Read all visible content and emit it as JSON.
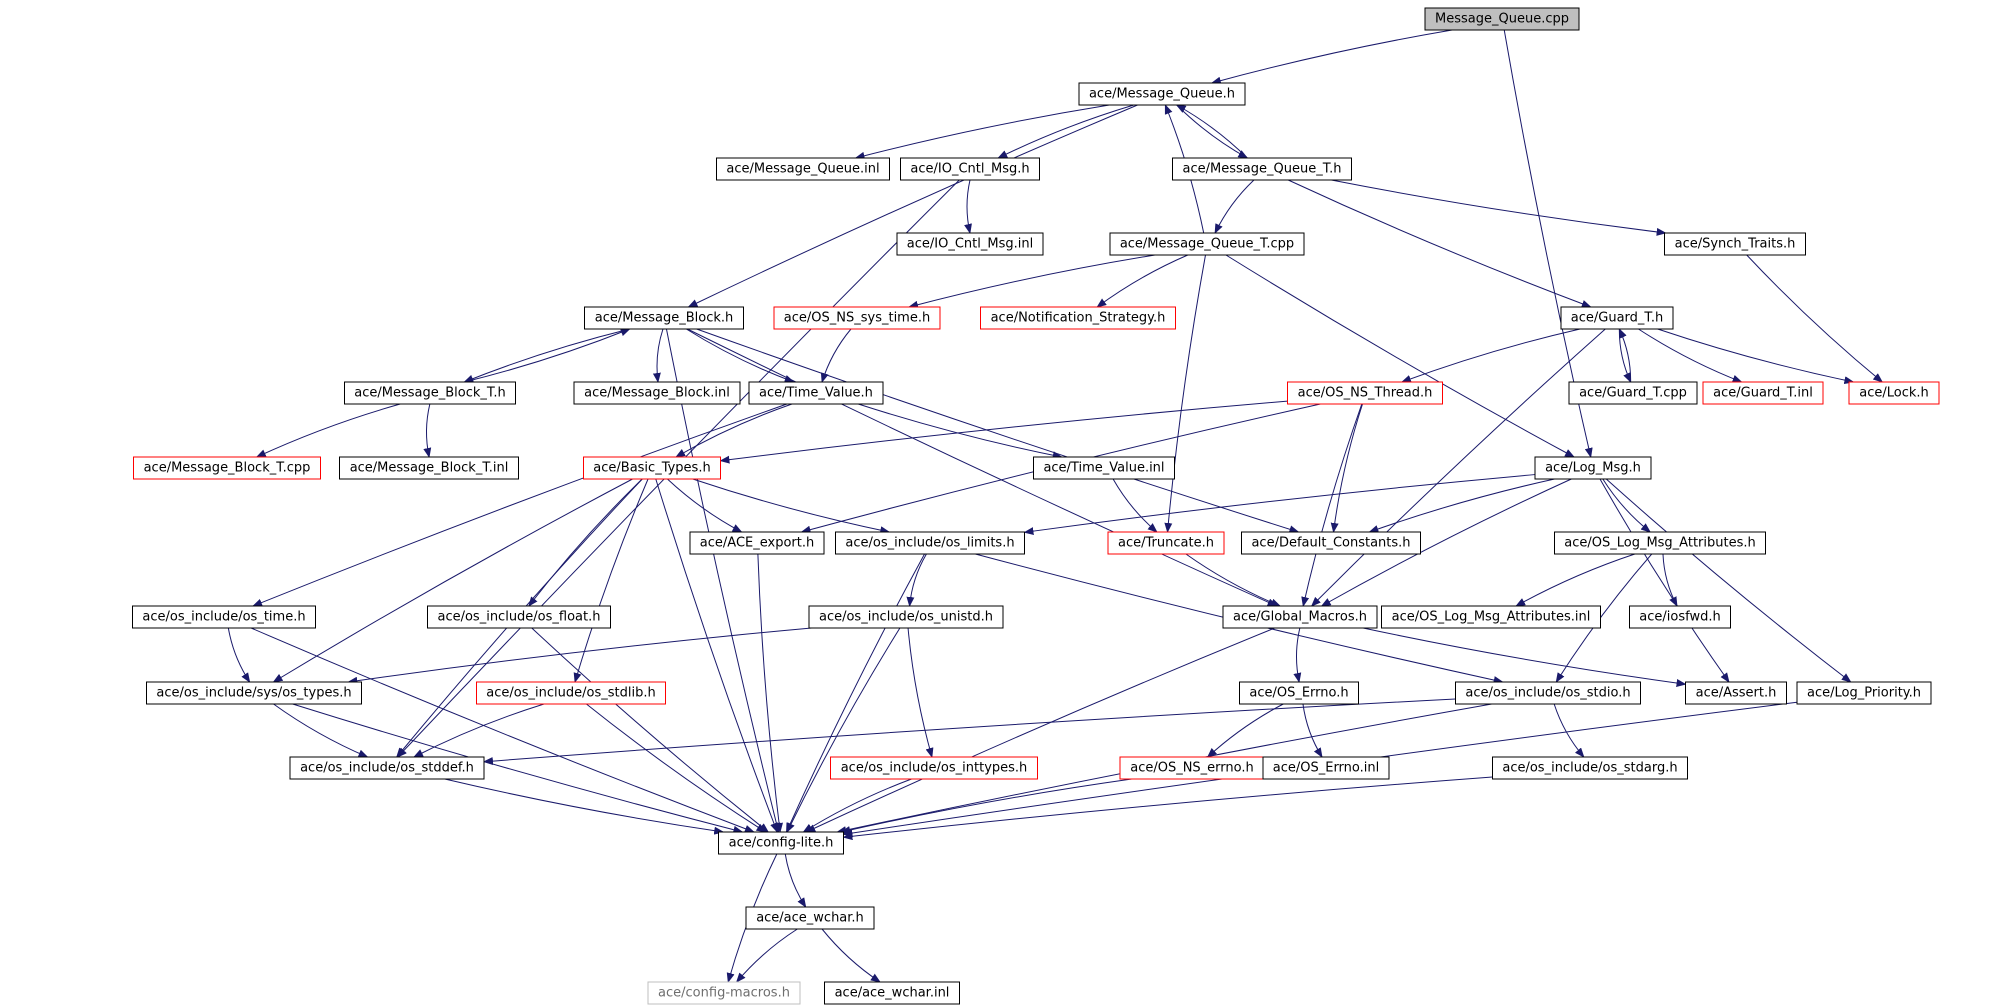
{
  "diagram": {
    "title": "",
    "nodes": [
      {
        "id": "Message_Queue.cpp",
        "label": "Message_Queue.cpp",
        "style": "root"
      },
      {
        "id": "Message_Queue.h",
        "label": "ace/Message_Queue.h",
        "style": "normal"
      },
      {
        "id": "Message_Queue.inl",
        "label": "ace/Message_Queue.inl",
        "style": "normal"
      },
      {
        "id": "IO_Cntl_Msg.h",
        "label": "ace/IO_Cntl_Msg.h",
        "style": "normal"
      },
      {
        "id": "Message_Queue_T.h",
        "label": "ace/Message_Queue_T.h",
        "style": "normal"
      },
      {
        "id": "IO_Cntl_Msg.inl",
        "label": "ace/IO_Cntl_Msg.inl",
        "style": "normal"
      },
      {
        "id": "Message_Queue_T.cpp",
        "label": "ace/Message_Queue_T.cpp",
        "style": "normal"
      },
      {
        "id": "Synch_Traits.h",
        "label": "ace/Synch_Traits.h",
        "style": "normal"
      },
      {
        "id": "Message_Block.h",
        "label": "ace/Message_Block.h",
        "style": "normal"
      },
      {
        "id": "OS_NS_sys_time.h",
        "label": "ace/OS_NS_sys_time.h",
        "style": "truncated"
      },
      {
        "id": "Notification_Strategy.h",
        "label": "ace/Notification_Strategy.h",
        "style": "truncated"
      },
      {
        "id": "Guard_T.h",
        "label": "ace/Guard_T.h",
        "style": "normal"
      },
      {
        "id": "Message_Block_T.h",
        "label": "ace/Message_Block_T.h",
        "style": "normal"
      },
      {
        "id": "Message_Block.inl",
        "label": "ace/Message_Block.inl",
        "style": "normal"
      },
      {
        "id": "Time_Value.h",
        "label": "ace/Time_Value.h",
        "style": "normal"
      },
      {
        "id": "OS_NS_Thread.h",
        "label": "ace/OS_NS_Thread.h",
        "style": "truncated"
      },
      {
        "id": "Guard_T.cpp",
        "label": "ace/Guard_T.cpp",
        "style": "normal"
      },
      {
        "id": "Guard_T.inl",
        "label": "ace/Guard_T.inl",
        "style": "truncated"
      },
      {
        "id": "Lock.h",
        "label": "ace/Lock.h",
        "style": "truncated"
      },
      {
        "id": "Message_Block_T.cpp",
        "label": "ace/Message_Block_T.cpp",
        "style": "truncated"
      },
      {
        "id": "Message_Block_T.inl",
        "label": "ace/Message_Block_T.inl",
        "style": "normal"
      },
      {
        "id": "Basic_Types.h",
        "label": "ace/Basic_Types.h",
        "style": "truncated"
      },
      {
        "id": "Time_Value.inl",
        "label": "ace/Time_Value.inl",
        "style": "normal"
      },
      {
        "id": "Log_Msg.h",
        "label": "ace/Log_Msg.h",
        "style": "normal"
      },
      {
        "id": "ACE_export.h",
        "label": "ace/ACE_export.h",
        "style": "normal"
      },
      {
        "id": "os_limits.h",
        "label": "ace/os_include/os_limits.h",
        "style": "normal"
      },
      {
        "id": "Truncate.h",
        "label": "ace/Truncate.h",
        "style": "truncated"
      },
      {
        "id": "Default_Constants.h",
        "label": "ace/Default_Constants.h",
        "style": "normal"
      },
      {
        "id": "OS_Log_Msg_Attributes.h",
        "label": "ace/OS_Log_Msg_Attributes.h",
        "style": "normal"
      },
      {
        "id": "os_time.h",
        "label": "ace/os_include/os_time.h",
        "style": "normal"
      },
      {
        "id": "os_float.h",
        "label": "ace/os_include/os_float.h",
        "style": "normal"
      },
      {
        "id": "os_unistd.h",
        "label": "ace/os_include/os_unistd.h",
        "style": "normal"
      },
      {
        "id": "Global_Macros.h",
        "label": "ace/Global_Macros.h",
        "style": "normal"
      },
      {
        "id": "OS_Log_Msg_Attributes.inl",
        "label": "ace/OS_Log_Msg_Attributes.inl",
        "style": "normal"
      },
      {
        "id": "iosfwd.h",
        "label": "ace/iosfwd.h",
        "style": "normal"
      },
      {
        "id": "os_types.h",
        "label": "ace/os_include/sys/os_types.h",
        "style": "normal"
      },
      {
        "id": "os_stdlib.h",
        "label": "ace/os_include/os_stdlib.h",
        "style": "truncated"
      },
      {
        "id": "OS_Errno.h",
        "label": "ace/OS_Errno.h",
        "style": "normal"
      },
      {
        "id": "os_stdio.h",
        "label": "ace/os_include/os_stdio.h",
        "style": "normal"
      },
      {
        "id": "Assert.h",
        "label": "ace/Assert.h",
        "style": "normal"
      },
      {
        "id": "Log_Priority.h",
        "label": "ace/Log_Priority.h",
        "style": "normal"
      },
      {
        "id": "os_stddef.h",
        "label": "ace/os_include/os_stddef.h",
        "style": "normal"
      },
      {
        "id": "os_inttypes.h",
        "label": "ace/os_include/os_inttypes.h",
        "style": "truncated"
      },
      {
        "id": "OS_NS_errno.h",
        "label": "ace/OS_NS_errno.h",
        "style": "truncated"
      },
      {
        "id": "OS_Errno.inl",
        "label": "ace/OS_Errno.inl",
        "style": "normal"
      },
      {
        "id": "os_stdarg.h",
        "label": "ace/os_include/os_stdarg.h",
        "style": "normal"
      },
      {
        "id": "config-lite.h",
        "label": "ace/config-lite.h",
        "style": "normal"
      },
      {
        "id": "ace_wchar.h",
        "label": "ace/ace_wchar.h",
        "style": "normal"
      },
      {
        "id": "config-macros.h",
        "label": "ace/config-macros.h",
        "style": "faded"
      },
      {
        "id": "ace_wchar.inl",
        "label": "ace/ace_wchar.inl",
        "style": "normal"
      }
    ],
    "edges": [
      [
        "Message_Queue.cpp",
        "Message_Queue.h"
      ],
      [
        "Message_Queue.cpp",
        "Log_Msg.h"
      ],
      [
        "Message_Queue.h",
        "Message_Queue.inl"
      ],
      [
        "Message_Queue.h",
        "IO_Cntl_Msg.h"
      ],
      [
        "Message_Queue.h",
        "Message_Queue_T.h"
      ],
      [
        "Message_Queue.h",
        "Message_Block.h"
      ],
      [
        "Message_Queue_T.h",
        "Message_Queue.h"
      ],
      [
        "Message_Queue_T.h",
        "Message_Queue_T.cpp"
      ],
      [
        "Message_Queue_T.h",
        "Synch_Traits.h"
      ],
      [
        "Message_Queue_T.h",
        "Guard_T.h"
      ],
      [
        "Message_Queue_T.cpp",
        "Message_Queue.h"
      ],
      [
        "Message_Queue_T.cpp",
        "OS_NS_sys_time.h"
      ],
      [
        "Message_Queue_T.cpp",
        "Notification_Strategy.h"
      ],
      [
        "Message_Queue_T.cpp",
        "Truncate.h"
      ],
      [
        "Message_Queue_T.cpp",
        "Log_Msg.h"
      ],
      [
        "IO_Cntl_Msg.h",
        "IO_Cntl_Msg.inl"
      ],
      [
        "IO_Cntl_Msg.h",
        "os_stddef.h"
      ],
      [
        "Synch_Traits.h",
        "Lock.h"
      ],
      [
        "Message_Block.h",
        "Message_Block_T.h"
      ],
      [
        "Message_Block.h",
        "Message_Block.inl"
      ],
      [
        "Message_Block.h",
        "Time_Value.h"
      ],
      [
        "Message_Block.h",
        "Default_Constants.h"
      ],
      [
        "Message_Block.h",
        "Global_Macros.h"
      ],
      [
        "Message_Block.h",
        "config-lite.h"
      ],
      [
        "Message_Block_T.h",
        "Message_Block.h"
      ],
      [
        "Message_Block_T.h",
        "Message_Block_T.cpp"
      ],
      [
        "Message_Block_T.h",
        "Message_Block_T.inl"
      ],
      [
        "OS_NS_sys_time.h",
        "Time_Value.h"
      ],
      [
        "Time_Value.h",
        "Basic_Types.h"
      ],
      [
        "Time_Value.h",
        "Time_Value.inl"
      ],
      [
        "Time_Value.h",
        "os_time.h"
      ],
      [
        "Time_Value.inl",
        "Truncate.h"
      ],
      [
        "Guard_T.h",
        "Guard_T.cpp"
      ],
      [
        "Guard_T.h",
        "Guard_T.inl"
      ],
      [
        "Guard_T.h",
        "Lock.h"
      ],
      [
        "Guard_T.h",
        "OS_NS_Thread.h"
      ],
      [
        "Guard_T.h",
        "Global_Macros.h"
      ],
      [
        "Guard_T.cpp",
        "Guard_T.h"
      ],
      [
        "OS_NS_Thread.h",
        "Basic_Types.h"
      ],
      [
        "OS_NS_Thread.h",
        "ACE_export.h"
      ],
      [
        "OS_NS_Thread.h",
        "Default_Constants.h"
      ],
      [
        "OS_NS_Thread.h",
        "Global_Macros.h"
      ],
      [
        "Basic_Types.h",
        "ACE_export.h"
      ],
      [
        "Basic_Types.h",
        "os_limits.h"
      ],
      [
        "Basic_Types.h",
        "os_types.h"
      ],
      [
        "Basic_Types.h",
        "os_float.h"
      ],
      [
        "Basic_Types.h",
        "os_stdlib.h"
      ],
      [
        "Basic_Types.h",
        "os_stddef.h"
      ],
      [
        "Basic_Types.h",
        "config-lite.h"
      ],
      [
        "Log_Msg.h",
        "os_limits.h"
      ],
      [
        "Log_Msg.h",
        "Default_Constants.h"
      ],
      [
        "Log_Msg.h",
        "OS_Log_Msg_Attributes.h"
      ],
      [
        "Log_Msg.h",
        "Global_Macros.h"
      ],
      [
        "Log_Msg.h",
        "Assert.h"
      ],
      [
        "Log_Msg.h",
        "Log_Priority.h"
      ],
      [
        "ACE_export.h",
        "config-lite.h"
      ],
      [
        "os_limits.h",
        "os_unistd.h"
      ],
      [
        "os_limits.h",
        "os_stdio.h"
      ],
      [
        "os_limits.h",
        "config-lite.h"
      ],
      [
        "Truncate.h",
        "Global_Macros.h"
      ],
      [
        "OS_Log_Msg_Attributes.h",
        "OS_Log_Msg_Attributes.inl"
      ],
      [
        "OS_Log_Msg_Attributes.h",
        "iosfwd.h"
      ],
      [
        "OS_Log_Msg_Attributes.h",
        "os_stdio.h"
      ],
      [
        "os_time.h",
        "os_types.h"
      ],
      [
        "os_time.h",
        "config-lite.h"
      ],
      [
        "os_float.h",
        "config-lite.h"
      ],
      [
        "os_unistd.h",
        "os_types.h"
      ],
      [
        "os_unistd.h",
        "os_inttypes.h"
      ],
      [
        "os_unistd.h",
        "config-lite.h"
      ],
      [
        "Global_Macros.h",
        "OS_Errno.h"
      ],
      [
        "Global_Macros.h",
        "Assert.h"
      ],
      [
        "Global_Macros.h",
        "config-lite.h"
      ],
      [
        "os_types.h",
        "os_stddef.h"
      ],
      [
        "os_types.h",
        "config-lite.h"
      ],
      [
        "os_stdlib.h",
        "os_stddef.h"
      ],
      [
        "os_stdlib.h",
        "config-lite.h"
      ],
      [
        "OS_Errno.h",
        "OS_NS_errno.h"
      ],
      [
        "OS_Errno.h",
        "OS_Errno.inl"
      ],
      [
        "os_stdio.h",
        "os_stddef.h"
      ],
      [
        "os_stdio.h",
        "os_stdarg.h"
      ],
      [
        "os_stdio.h",
        "config-lite.h"
      ],
      [
        "Log_Priority.h",
        "config-lite.h"
      ],
      [
        "os_stddef.h",
        "config-lite.h"
      ],
      [
        "os_inttypes.h",
        "config-lite.h"
      ],
      [
        "OS_NS_errno.h",
        "config-lite.h"
      ],
      [
        "os_stdarg.h",
        "config-lite.h"
      ],
      [
        "config-lite.h",
        "ace_wchar.h"
      ],
      [
        "config-lite.h",
        "config-macros.h"
      ],
      [
        "ace_wchar.h",
        "config-macros.h"
      ],
      [
        "ace_wchar.h",
        "ace_wchar.inl"
      ]
    ]
  },
  "colors": {
    "edge": "#1a1a6b",
    "node_border": "#000000",
    "truncated_border": "#ff0000",
    "faded_border": "#bfbfbf",
    "faded_text": "#6e6e6e",
    "root_fill": "#bfbfbf",
    "node_fill": "#ffffff",
    "text": "#000000"
  }
}
